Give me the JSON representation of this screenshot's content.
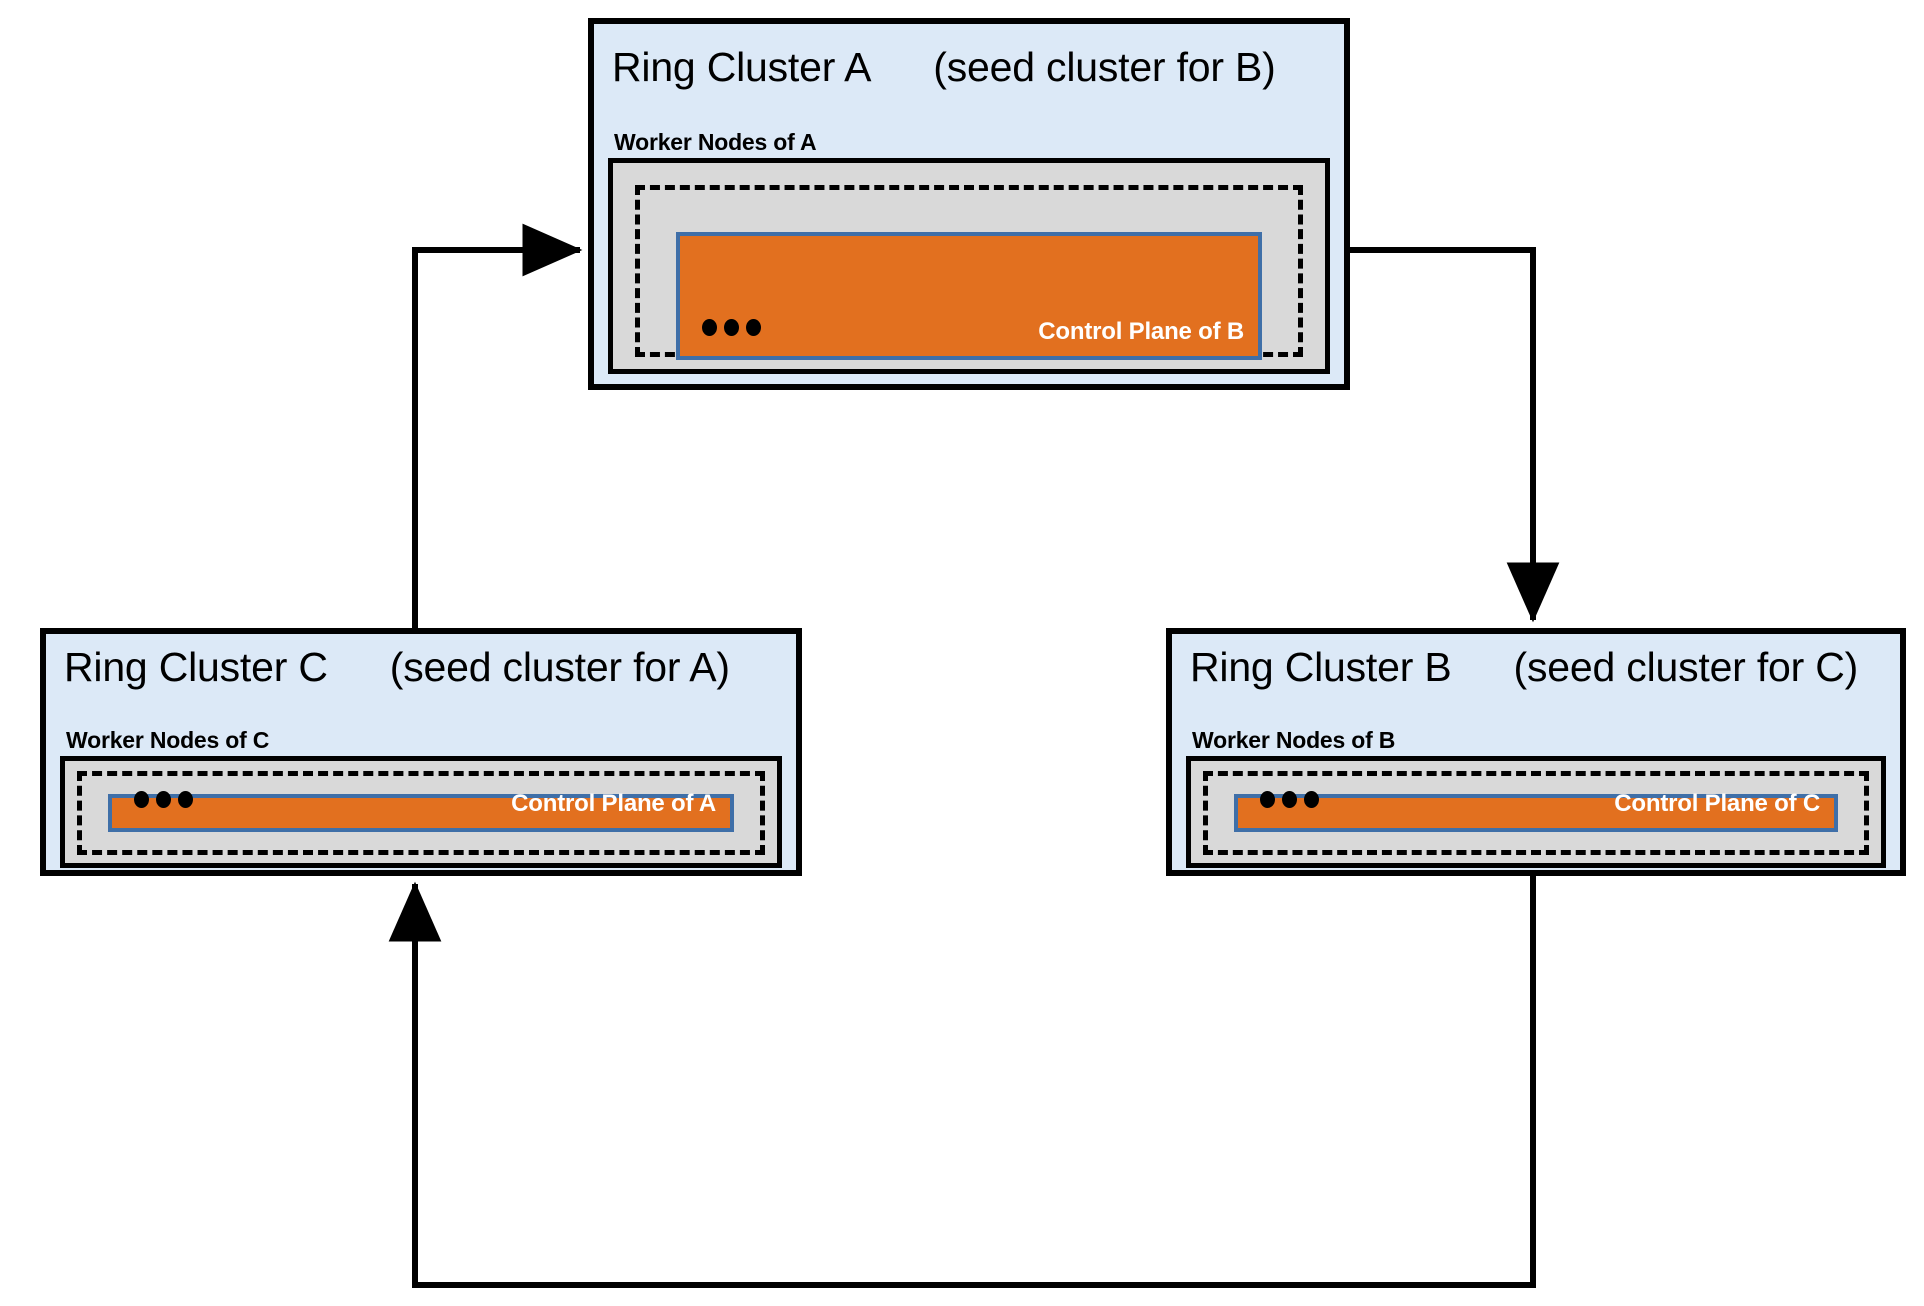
{
  "diagram": {
    "type": "ring-cluster-topology",
    "colors": {
      "cluster_fill": "#dce9f7",
      "cluster_border": "#000000",
      "worker_node_fill": "#d9d9d9",
      "control_plane_fill": "#e2701f",
      "control_plane_border": "#3f6fa8",
      "arrow": "#000000",
      "label_text": "#000000",
      "control_plane_text": "#ffffff"
    },
    "clusters": [
      {
        "id": "a",
        "name": "Ring Cluster A",
        "seed_note": "(seed cluster for B)",
        "worker_nodes_label": "Worker Nodes of A",
        "control_plane_label": "Control Plane of B",
        "ellipsis": "•••"
      },
      {
        "id": "c",
        "name": "Ring Cluster C",
        "seed_note": "(seed cluster for A)",
        "worker_nodes_label": "Worker Nodes of C",
        "control_plane_label": "Control Plane of A",
        "ellipsis": "•••"
      },
      {
        "id": "b",
        "name": "Ring Cluster B",
        "seed_note": "(seed cluster for C)",
        "worker_nodes_label": "Worker Nodes of B",
        "control_plane_label": "Control Plane of C",
        "ellipsis": "•••"
      }
    ],
    "connections": [
      {
        "id": "c-to-a",
        "from": "Ring Cluster C",
        "to": "Ring Cluster A",
        "direction": "up-then-right"
      },
      {
        "id": "a-to-b",
        "from": "Ring Cluster A",
        "to": "Ring Cluster B",
        "direction": "right-then-down"
      },
      {
        "id": "b-to-c",
        "from": "Ring Cluster B",
        "to": "Ring Cluster C",
        "direction": "down-then-left-then-up"
      }
    ]
  }
}
